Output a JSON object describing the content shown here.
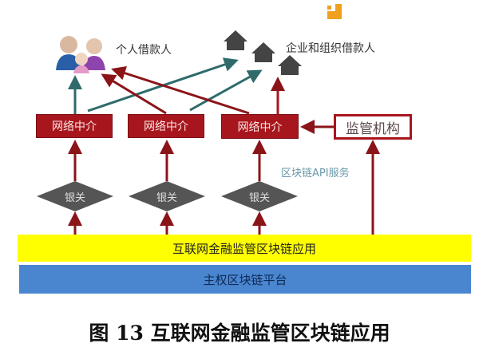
{
  "personal_borrower_label": "个人借款人",
  "corporate_borrower_label": "企业和组织借款人",
  "intermediaries": [
    "网络中介",
    "网络中介",
    "网络中介"
  ],
  "regulator_label": "监管机构",
  "api_label": "区块链API服务",
  "gateways": [
    "银关",
    "银关",
    "银关"
  ],
  "app_layer_label": "互联网金融监管区块链应用",
  "platform_layer_label": "主权区块链平台",
  "caption": "图 13 互联网金融监管区块链应用",
  "colors": {
    "red": "#a8161d",
    "teal": "#2f6b6b",
    "yellow": "#ffff00",
    "blue": "#4a86d0",
    "gray": "#555555",
    "orange": "#f0a020"
  }
}
